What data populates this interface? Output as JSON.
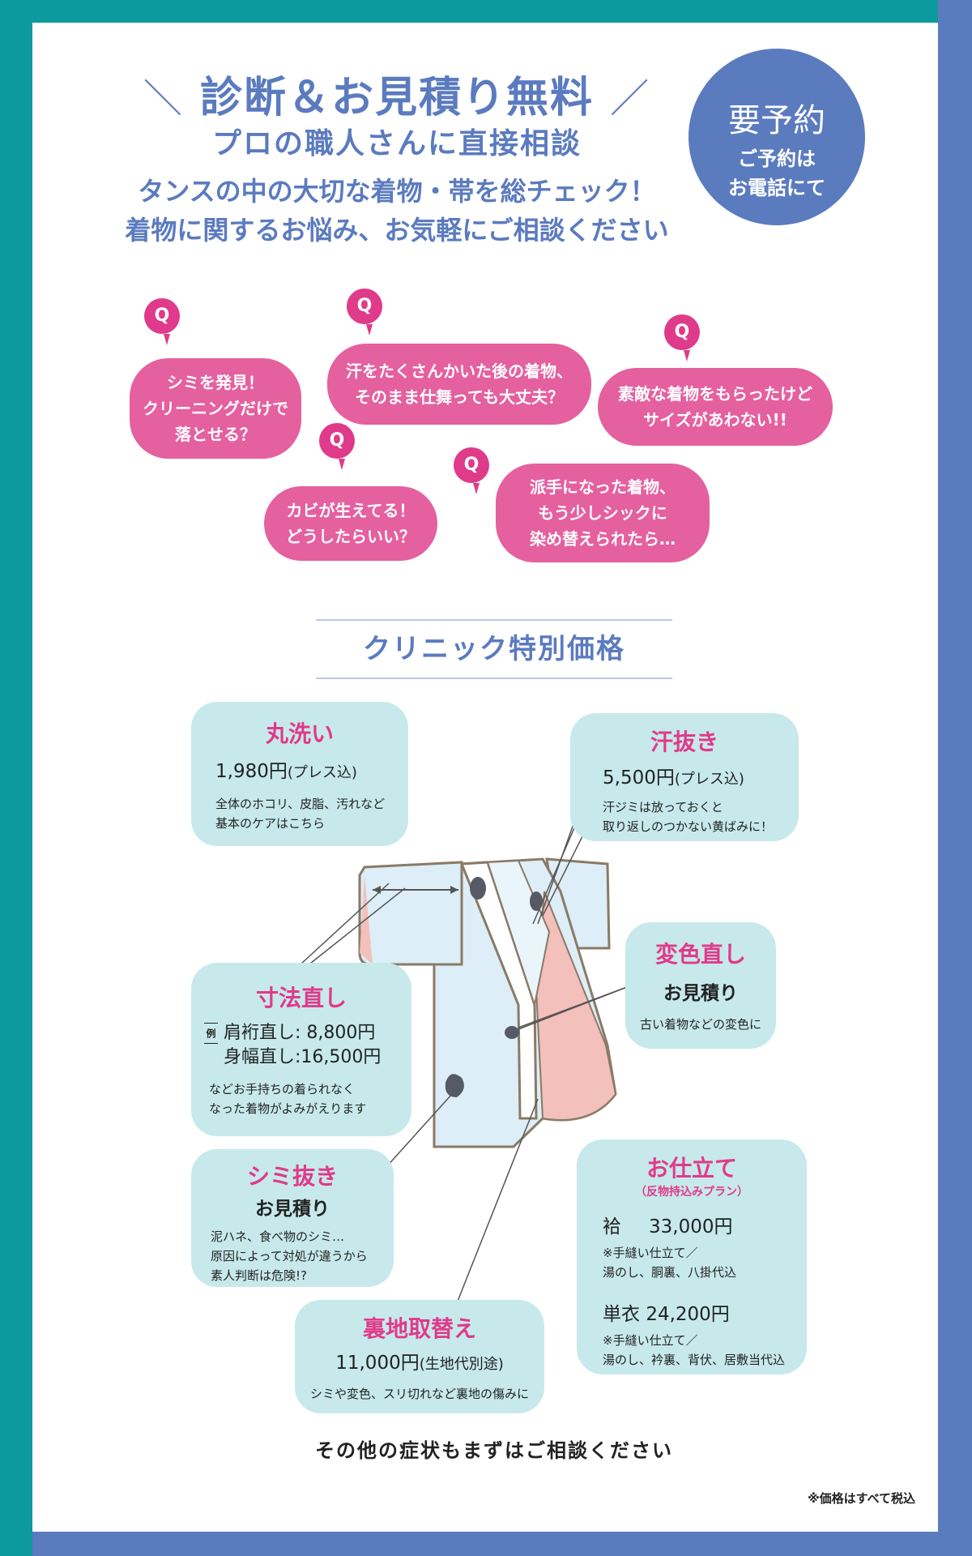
{
  "header": {
    "slash_left": "＼",
    "slash_right": "／",
    "title": "診断＆お見積り無料",
    "subtitle": "プロの職人さんに直接相談",
    "desc_line1": "タンスの中の大切な着物・帯を総チェック！",
    "desc_line2": "着物に関するお悩み、お気軽にご相談ください"
  },
  "badge": {
    "line1": "要予約",
    "line2": "ご予約は",
    "line3": "お電話にて"
  },
  "q_label": "Q",
  "questions": [
    {
      "lines": [
        "シミを発見！",
        "クリーニングだけで",
        "落とせる？"
      ]
    },
    {
      "lines": [
        "汗をたくさんかいた後の着物、",
        "そのまま仕舞っても大丈夫？"
      ]
    },
    {
      "lines": [
        "素敵な着物をもらったけど",
        "サイズがあわない!!"
      ]
    },
    {
      "lines": [
        "カビが生えてる！",
        "どうしたらいい？"
      ]
    },
    {
      "lines": [
        "派手になった着物、",
        "もう少しシックに",
        "染め替えられたら…"
      ]
    }
  ],
  "clinic_title": "クリニック特別価格",
  "cards": {
    "maruarai": {
      "title": "丸洗い",
      "price": "1,980円",
      "price_note": "(プレス込)",
      "desc1": "全体のホコリ、皮脂、汚れなど",
      "desc2": "基本のケアはこちら"
    },
    "asenuki": {
      "title": "汗抜き",
      "price": "5,500円",
      "price_note": "(プレス込)",
      "desc1": "汗ジミは放っておくと",
      "desc2": "取り返しのつかない黄ばみに！"
    },
    "henshoku": {
      "title": "変色直し",
      "price": "お見積り",
      "desc1": "古い着物などの変色に"
    },
    "sunpo": {
      "title": "寸法直し",
      "example": "例",
      "line1_label": "肩裄直し:",
      "line1_price": "8,800円",
      "line2_label": "身幅直し:",
      "line2_price": "16,500円",
      "desc1": "などお手持ちの着られなく",
      "desc2": "なった着物がよみがえります"
    },
    "shiminuki": {
      "title": "シミ抜き",
      "price": "お見積り",
      "desc1": "泥ハネ、食べ物のシミ…",
      "desc2": "原因によって対処が違うから",
      "desc3": "素人判断は危険!?"
    },
    "uraji": {
      "title": "裏地取替え",
      "price": "11,000円",
      "price_note": "(生地代別途)",
      "desc1": "シミや変色、スリ切れなど裏地の傷みに"
    },
    "oshitate": {
      "title": "お仕立て",
      "subtitle": "（反物持込みプラン）",
      "awase_label": "袷",
      "awase_price": "33,000円",
      "awase_note1": "※手縫い仕立て／",
      "awase_note2": "湯のし、胴裏、八掛代込",
      "hitoe_label": "単衣",
      "hitoe_price": "24,200円",
      "hitoe_note1": "※手縫い仕立て／",
      "hitoe_note2": "湯のし、衿裏、背伏、居敷当代込"
    }
  },
  "footer_note": "その他の症状もまずはご相談ください",
  "tax_note": "※価格はすべて税込",
  "colors": {
    "teal": "#0d9a9e",
    "blue": "#5b7bbf",
    "pink": "#e5609f",
    "card": "#c7e9ec"
  }
}
